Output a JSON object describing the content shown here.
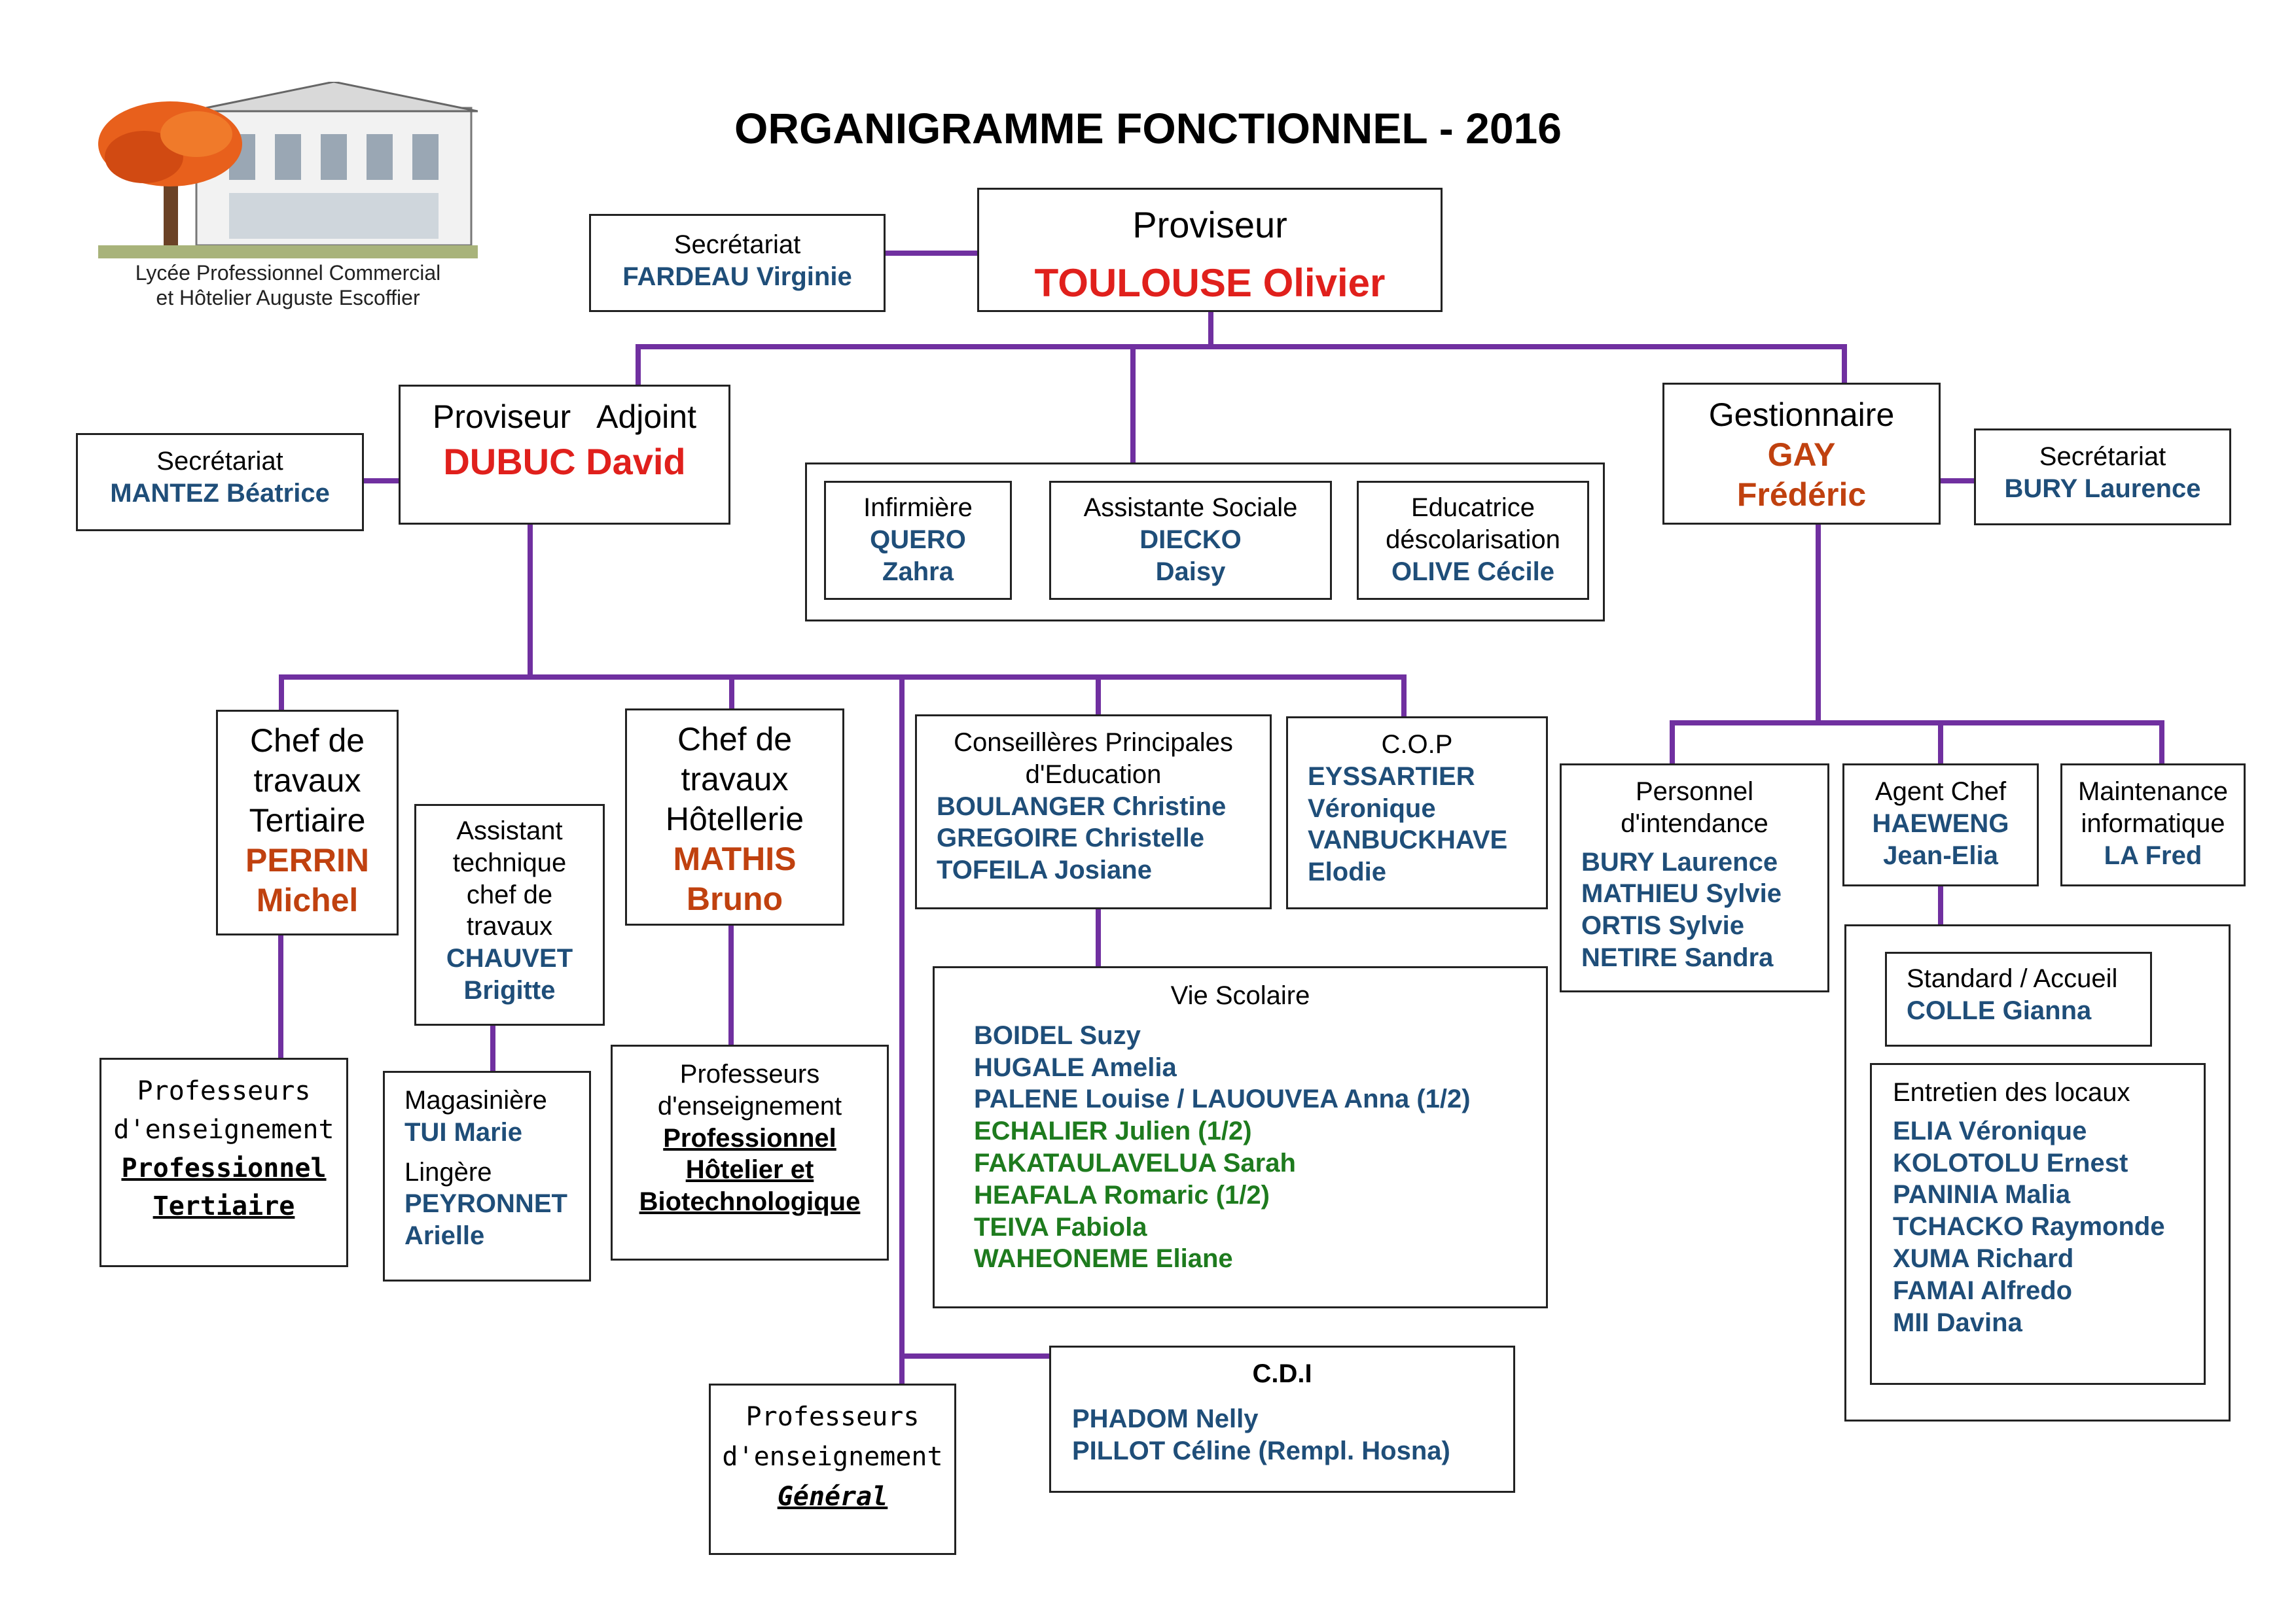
{
  "title": "ORGANIGRAMME FONCTIONNEL - 2016",
  "school": {
    "line1": "Lycée Professionnel Commercial",
    "line2": "et Hôtelier Auguste Escoffier"
  },
  "colors": {
    "connector": "#7030a0",
    "name_blue": "#1f4e79",
    "name_green": "#1e7b1e",
    "name_red": "#e0201c",
    "name_rust": "#c0410f"
  },
  "proviseur": {
    "role": "Proviseur",
    "name": "TOULOUSE  Olivier"
  },
  "sec_proviseur": {
    "role": "Secrétariat",
    "name": "FARDEAU Virginie"
  },
  "adjoint": {
    "role": "Proviseur   Adjoint",
    "name": "DUBUC David"
  },
  "sec_adjoint": {
    "role": "Secrétariat",
    "name": "MANTEZ Béatrice"
  },
  "gestionnaire": {
    "role": "Gestionnaire",
    "name1": "GAY",
    "name2": "Frédéric"
  },
  "sec_gestion": {
    "role": "Secrétariat",
    "name": "BURY Laurence"
  },
  "infirmiere": {
    "role": "Infirmière",
    "name1": "QUERO",
    "name2": "Zahra"
  },
  "assistante": {
    "role": "Assistante Sociale",
    "name1": "DIECKO",
    "name2": "Daisy"
  },
  "educatrice": {
    "role1": "Educatrice",
    "role2": "déscolarisation",
    "name": "OLIVE Cécile"
  },
  "chef_tertiaire": {
    "role1": "Chef de",
    "role2": "travaux",
    "role3": "Tertiaire",
    "name1": "PERRIN",
    "name2": "Michel"
  },
  "assistant_tech": {
    "role1": "Assistant",
    "role2": "technique",
    "role3": "chef de",
    "role4": "travaux",
    "name1": "CHAUVET",
    "name2": "Brigitte"
  },
  "chef_hotel": {
    "role1": "Chef de",
    "role2": "travaux",
    "role3": "Hôtellerie",
    "name1": "MATHIS",
    "name2": "Bruno"
  },
  "cpe": {
    "role1": "Conseillères Principales",
    "role2": "d'Education",
    "names": [
      "BOULANGER Christine",
      "GREGOIRE Christelle",
      "TOFEILA Josiane"
    ]
  },
  "cop": {
    "role": "C.O.P",
    "names": [
      "EYSSARTIER",
      "Véronique",
      "VANBUCKHAVE",
      "Elodie"
    ]
  },
  "intendance": {
    "role1": "Personnel",
    "role2": "d'intendance",
    "names": [
      "BURY Laurence",
      "MATHIEU Sylvie",
      "ORTIS Sylvie",
      "NETIRE Sandra"
    ]
  },
  "agent_chef": {
    "role": "Agent Chef",
    "name1": "HAEWENG",
    "name2": "Jean-Elia"
  },
  "maintenance": {
    "role1": "Maintenance",
    "role2": "informatique",
    "name": "LA Fred"
  },
  "prof_tertiaire": {
    "line1": "Professeurs",
    "line2": "d'enseignement",
    "line3": "Professionnel",
    "line4": "Tertiaire"
  },
  "magasin": {
    "role1": "Magasinière",
    "name1": "TUI Marie",
    "role2": "Lingère",
    "name2": "PEYRONNET",
    "name3": "Arielle"
  },
  "prof_hotel": {
    "line1": "Professeurs",
    "line2": "d'enseignement",
    "line3": "Professionnel",
    "line4": "Hôtelier et",
    "line5": "Biotechnologique"
  },
  "vie_scolaire": {
    "role": "Vie Scolaire",
    "blue_names": [
      "BOIDEL Suzy",
      "HUGALE Amelia",
      "PALENE Louise / LAUOUVEA Anna (1/2)"
    ],
    "green_names": [
      "ECHALIER Julien (1/2)",
      "FAKATAULAVELUA Sarah",
      "HEAFALA Romaric (1/2)",
      "TEIVA Fabiola",
      "WAHEONEME Eliane"
    ]
  },
  "standard": {
    "role": "Standard / Accueil",
    "name": "COLLE Gianna"
  },
  "entretien": {
    "role": "Entretien des locaux",
    "names": [
      "ELIA Véronique",
      "KOLOTOLU Ernest",
      "PANINIA Malia",
      "TCHACKO Raymonde",
      "XUMA Richard",
      "FAMAI Alfredo",
      "MII Davina"
    ]
  },
  "prof_general": {
    "line1": "Professeurs",
    "line2": "d'enseignement",
    "line3": "Général"
  },
  "cdi": {
    "role": "C.D.I",
    "names": [
      "PHADOM Nelly",
      "PILLOT Céline (Rempl. Hosna)"
    ]
  }
}
